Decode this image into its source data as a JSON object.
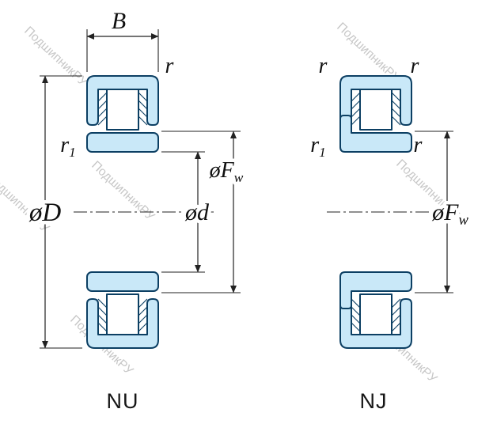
{
  "watermark": {
    "text": "ПодшипникРУ"
  },
  "colors": {
    "ring_fill": "#c9e8f8",
    "ring_outline": "#0c3f63",
    "dimension_line": "#222222",
    "label_text": "#101010",
    "watermark_text": "#c7c7c7",
    "background": "#ffffff"
  },
  "left_view": {
    "caption": "NU",
    "dims": {
      "width_label": "B",
      "outer_corner_radius": "r",
      "inner_corner_radius_base": "r",
      "inner_corner_radius_sub": "1",
      "outer_diameter": "øD",
      "bore_diameter": "ød",
      "raceway_diameter_base": "øF",
      "raceway_diameter_sub": "w"
    }
  },
  "right_view": {
    "caption": "NJ",
    "dims": {
      "outer_corner_radius_left": "r",
      "outer_corner_radius_right": "r",
      "inner_corner_radius_base": "r",
      "inner_corner_radius_sub": "1",
      "flange_corner_radius": "r",
      "raceway_diameter_base": "øF",
      "raceway_diameter_sub": "w"
    }
  }
}
